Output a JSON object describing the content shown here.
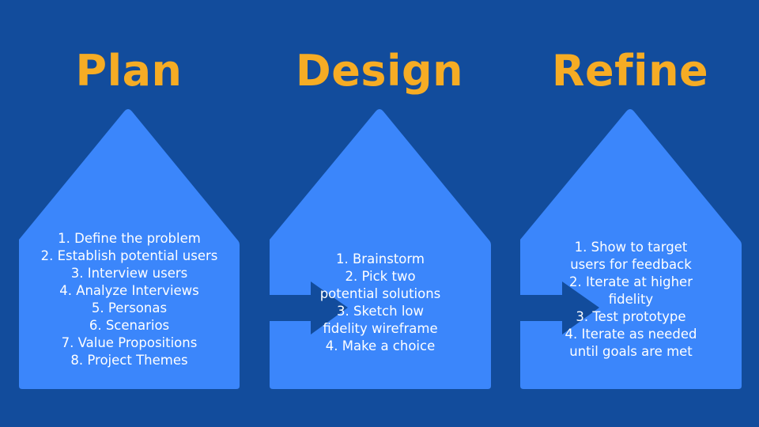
{
  "colors": {
    "background": "#124C9C",
    "house": "#3B86FB",
    "arrow": "#124C9C",
    "title": "#F6AC24",
    "text": "#FFFFFF"
  },
  "phases": [
    {
      "title": "Plan",
      "steps": [
        "1. Define the problem",
        "2. Establish potential users",
        "3. Interview users",
        "4. Analyze Interviews",
        "5. Personas",
        "6. Scenarios",
        "7. Value Propositions",
        "8. Project Themes"
      ]
    },
    {
      "title": "Design",
      "steps": [
        "1. Brainstorm",
        "2. Pick two",
        "potential solutions",
        "3. Sketch low",
        "fidelity wireframe",
        "4. Make a choice"
      ]
    },
    {
      "title": "Refine",
      "steps": [
        "1. Show to target",
        "users for feedback",
        "2. Iterate at higher",
        "fidelity",
        "3. Test prototype",
        "4. Iterate as needed",
        "until goals are met"
      ]
    }
  ]
}
